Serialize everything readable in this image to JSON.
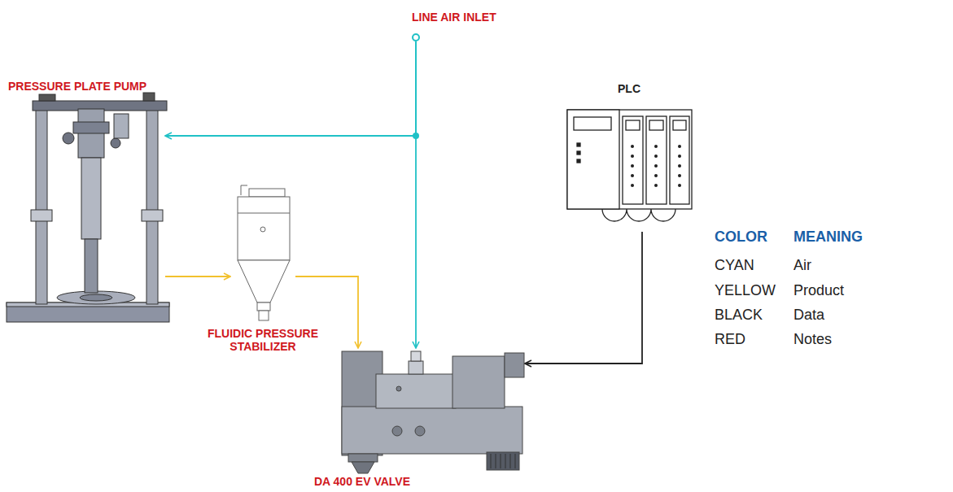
{
  "diagram": {
    "nodes": [
      {
        "text": [
          "LINE AIR INLET"
        ]
      },
      {
        "text": [
          "PRESSURE PLATE PUMP"
        ]
      },
      {
        "text": [
          "FLUIDIC PRESSURE STABILIZER"
        ]
      },
      {
        "text": [
          "PLC"
        ]
      },
      {
        "text": [
          "DA 400 EV VALVE"
        ]
      }
    ],
    "edges": [
      {
        "from": 0,
        "to": 1,
        "arrow": "to"
      },
      {
        "from": 0,
        "to": 4,
        "arrow": "to"
      },
      {
        "from": 1,
        "to": 2,
        "arrow": "to"
      },
      {
        "from": 2,
        "to": 4,
        "arrow": "to"
      },
      {
        "from": 3,
        "to": 4,
        "arrow": "to"
      }
    ],
    "labels": [
      "COLOR",
      "MEANING",
      "CYAN",
      "YELLOW",
      "BLACK",
      "RED"
    ],
    "legend": [
      {
        "text": "Air"
      },
      {
        "text": "Product"
      },
      {
        "text": "Data"
      },
      {
        "text": "Notes"
      }
    ]
  }
}
